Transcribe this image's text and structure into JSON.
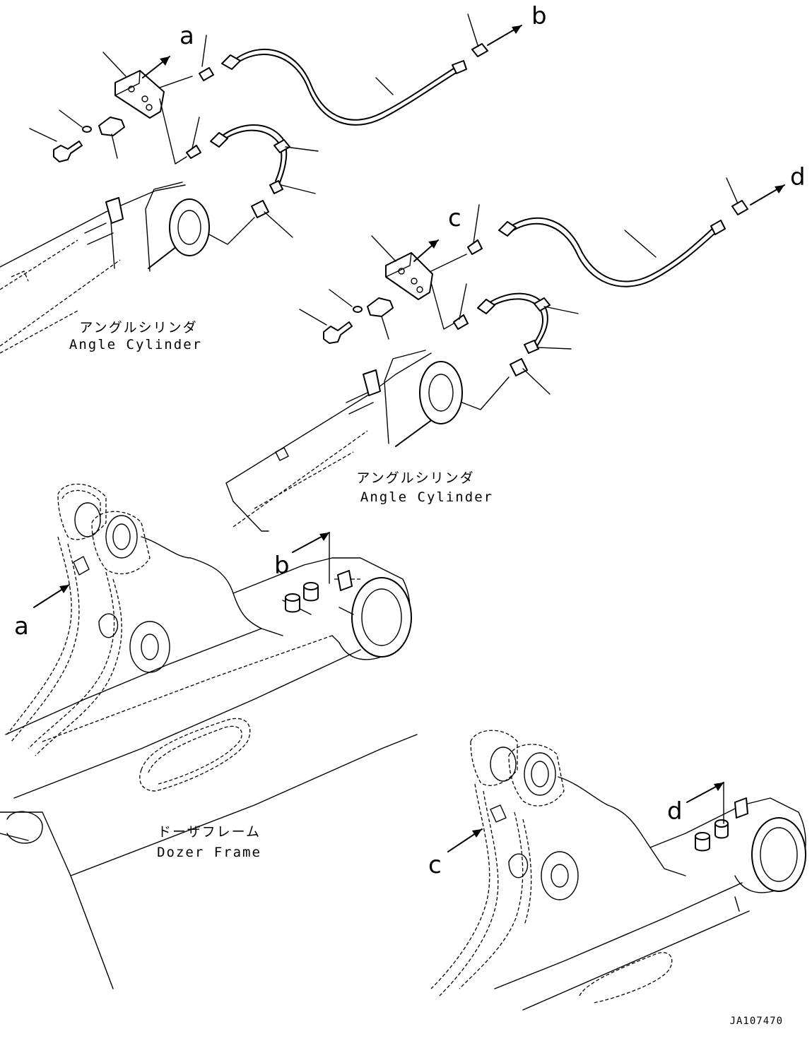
{
  "callouts": {
    "a_top": "a",
    "b_top": "b",
    "c_top": "c",
    "d_top": "d",
    "b_frame": "b",
    "a_frame": "a",
    "d_frame": "d",
    "c_frame": "c"
  },
  "captions": {
    "angle_cylinder_1_jp": "アングルシリンダ",
    "angle_cylinder_1_en": "Angle Cylinder",
    "angle_cylinder_2_jp": "アングルシリンダ",
    "angle_cylinder_2_en": "Angle Cylinder",
    "dozer_frame_jp": "ドーザフレーム",
    "dozer_frame_en": "Dozer Frame"
  },
  "drawing_code": "JA107470"
}
